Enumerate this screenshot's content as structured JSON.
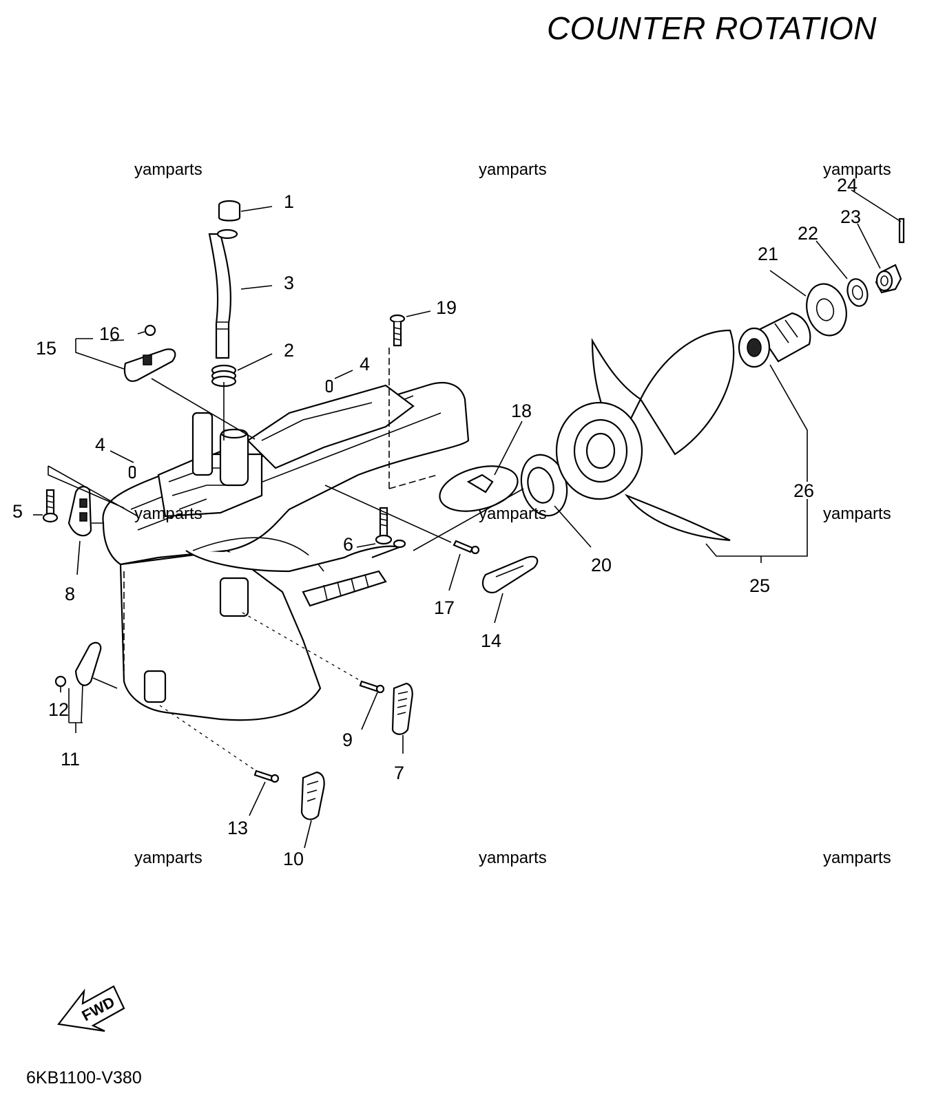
{
  "title": "COUNTER ROTATION",
  "diagram_code": "6KB1100-V380",
  "fwd_label": "FWD",
  "watermarks": [
    "yamparts",
    "yamparts",
    "yamparts",
    "yamparts",
    "yamparts",
    "yamparts",
    "yamparts",
    "yamparts",
    "yamparts"
  ],
  "callouts": [
    "1",
    "3",
    "2",
    "4",
    "4",
    "19",
    "16",
    "15",
    "5",
    "8",
    "6",
    "17",
    "14",
    "18",
    "20",
    "21",
    "22",
    "23",
    "24",
    "26",
    "25",
    "9",
    "7",
    "12",
    "11",
    "13",
    "10"
  ]
}
